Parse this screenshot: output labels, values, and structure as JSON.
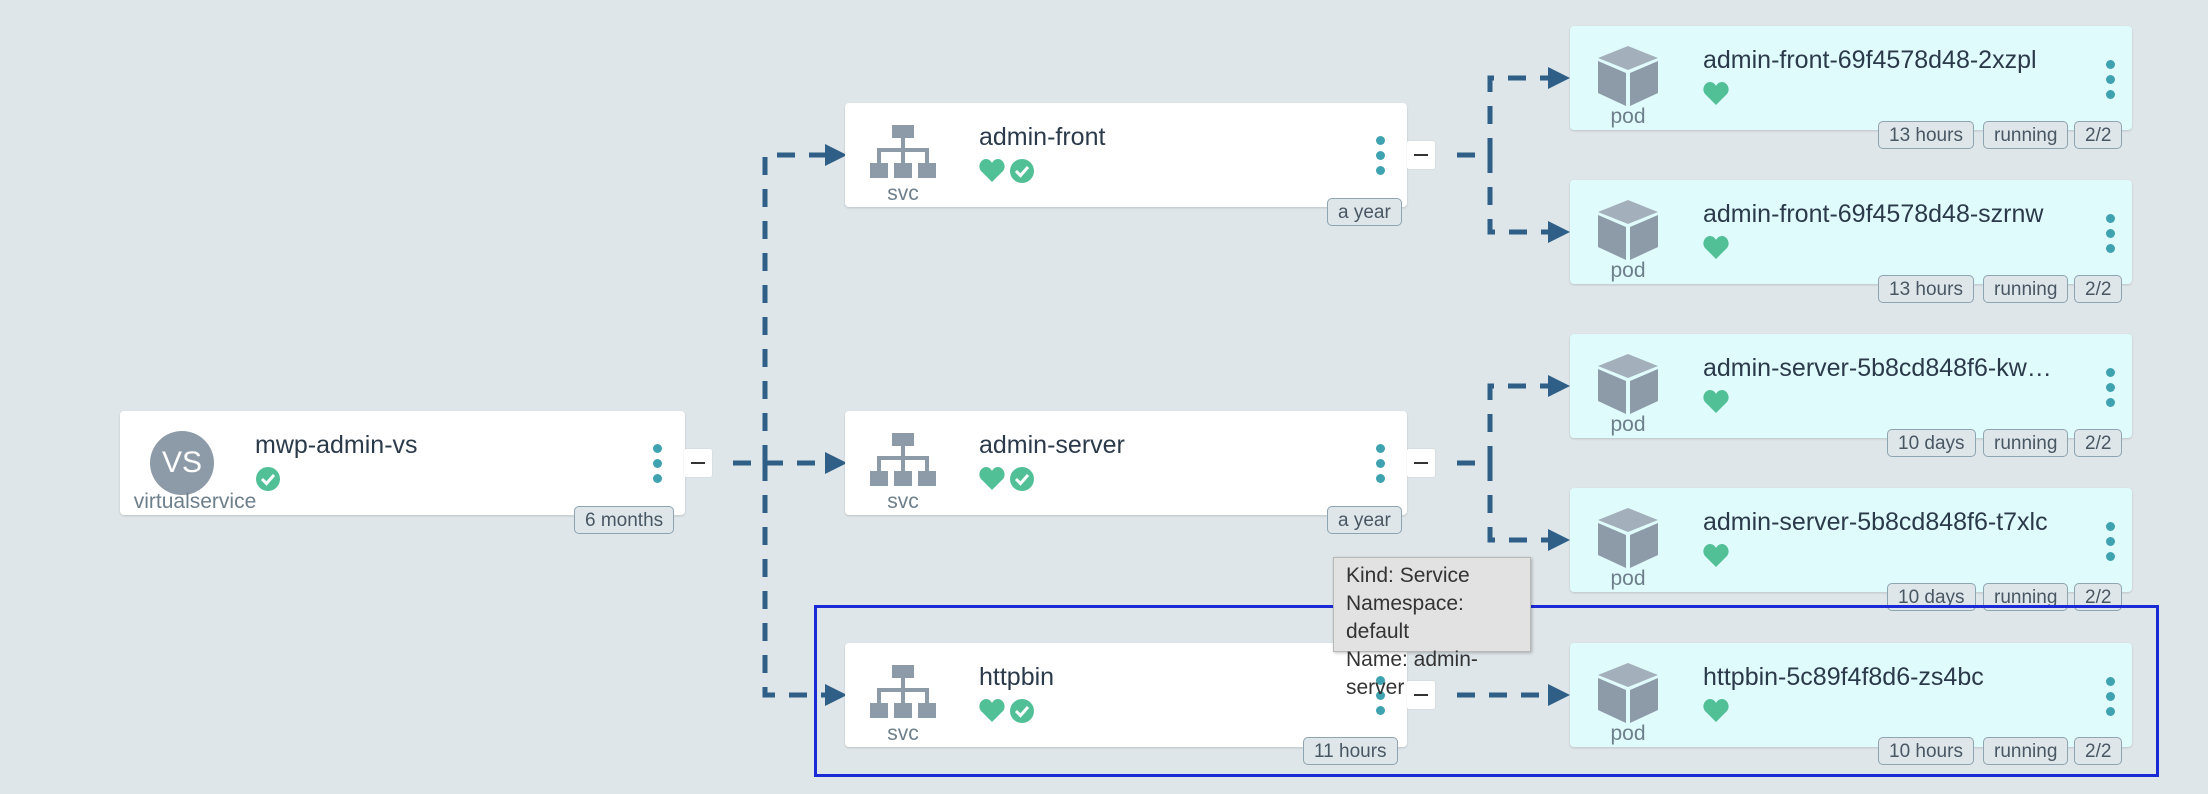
{
  "graph": {
    "virtualservice": {
      "title": "mwp-admin-vs",
      "kind": "virtualservice",
      "avatar": "VS",
      "age": "6 months",
      "status_icons": [
        "check-circle-icon"
      ]
    },
    "services": [
      {
        "title": "admin-front",
        "kind": "svc",
        "age": "a year",
        "status_icons": [
          "heart-icon",
          "check-circle-icon"
        ]
      },
      {
        "title": "admin-server",
        "kind": "svc",
        "age": "a year",
        "status_icons": [
          "heart-icon",
          "check-circle-icon"
        ]
      },
      {
        "title": "httpbin",
        "kind": "svc",
        "age": "11 hours",
        "status_icons": [
          "heart-icon",
          "check-circle-icon"
        ]
      }
    ],
    "pods": [
      {
        "title": "admin-front-69f4578d48-2xzpl",
        "kind": "pod",
        "age": "13 hours",
        "phase": "running",
        "ready": "2/2"
      },
      {
        "title": "admin-front-69f4578d48-szrnw",
        "kind": "pod",
        "age": "13 hours",
        "phase": "running",
        "ready": "2/2"
      },
      {
        "title": "admin-server-5b8cd848f6-kw…",
        "kind": "pod",
        "age": "10 days",
        "phase": "running",
        "ready": "2/2"
      },
      {
        "title": "admin-server-5b8cd848f6-t7xlc",
        "kind": "pod",
        "age": "10 days",
        "phase": "running",
        "ready": "2/2"
      },
      {
        "title": "httpbin-5c89f4f8d6-zs4bc",
        "kind": "pod",
        "age": "10 hours",
        "phase": "running",
        "ready": "2/2"
      }
    ]
  },
  "tooltip": {
    "kind_line": "Kind: Service",
    "namespace_line": "Namespace: default",
    "name_line": "Name: admin-server"
  },
  "colors": {
    "background": "#dee6ea",
    "edge": "#2f5f86",
    "health": "#52c097",
    "menu_dots": "#3fa2b0",
    "pod_card": "#e0fbfb",
    "selection": "#1a2bd6"
  }
}
